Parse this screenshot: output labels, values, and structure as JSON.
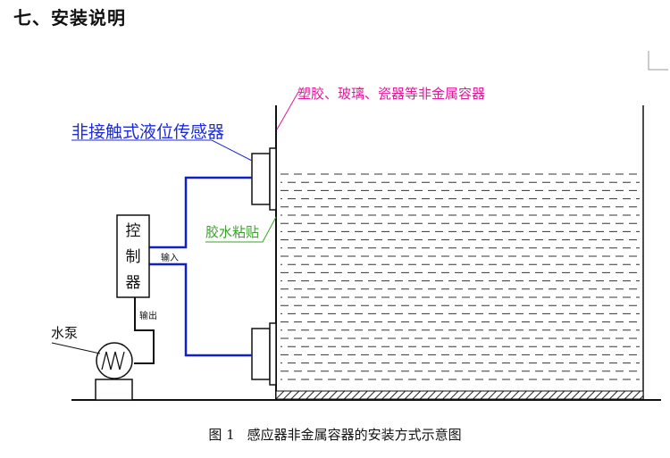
{
  "heading": "七、安装说明",
  "diagram": {
    "label_container": "塑胶、玻璃、瓷器等非金属容器",
    "label_sensor": "非接触式液位传感器",
    "label_glue": "胶水粘贴",
    "label_controller": [
      "控",
      "制",
      "器"
    ],
    "label_input": "输入",
    "label_output": "输出",
    "label_pump": "水泵"
  },
  "caption": {
    "number": "图 1",
    "text": "感应器非金属容器的安装方式示意图"
  },
  "colors": {
    "container_label": "#e0189a",
    "sensor_label": "#1c2bd6",
    "glue_label": "#3aa12a",
    "wire": "#1020c8"
  }
}
